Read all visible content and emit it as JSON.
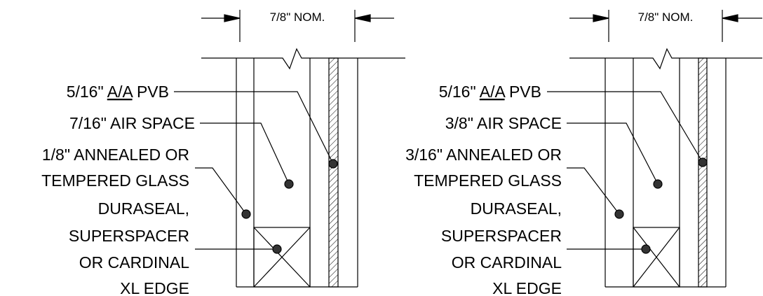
{
  "colors": {
    "line": "#000000",
    "background": "#ffffff",
    "hatch": "#000000",
    "dot": "#333333"
  },
  "left_section": {
    "dimension": "7/8\" NOM.",
    "pvb": {
      "prefix": "5/16\" ",
      "underlined": "A/A",
      "suffix": " PVB"
    },
    "air_space": "7/16\" AIR SPACE",
    "glass": [
      "1/8\" ANNEALED OR",
      "TEMPERED GLASS"
    ],
    "spacer": [
      "DURASEAL,",
      "SUPERSPACER",
      "OR CARDINAL",
      "XL EDGE"
    ]
  },
  "right_section": {
    "dimension": "7/8\" NOM.",
    "pvb": {
      "prefix": "5/16\" ",
      "underlined": "A/A",
      "suffix": " PVB"
    },
    "air_space": "3/8\" AIR SPACE",
    "glass": [
      "3/16\" ANNEALED OR",
      "TEMPERED GLASS"
    ],
    "spacer": [
      "DURASEAL,",
      "SUPERSPACER",
      "OR CARDINAL",
      "XL EDGE"
    ]
  }
}
